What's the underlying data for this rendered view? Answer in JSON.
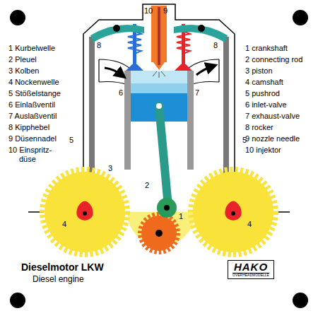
{
  "diagram": {
    "title": "Dieselmotor LKW",
    "nodes": [
      {
        "text": [
          "HAKO",
          "OVERHEADMODELLE"
        ]
      }
    ],
    "labels": [
      "1 Kurbelwelle",
      "2 Pleuel",
      "3 Kolben",
      "4 Nockenwelle",
      "5 Stößelstange",
      "6 Einlaßventil",
      "7 Auslaßventil",
      "8 Kipphebel",
      "9 Düsennadel",
      "10 Einspritz- düse",
      "1 crankshaft",
      "2 connecting rod",
      "3 piston",
      "4 camshaft",
      "5 pushrod",
      "6 inlet-valve",
      "7 exhaust-valve",
      "8 rocker",
      "9 nozzle needle",
      "10 injektor",
      "10",
      "9",
      "8",
      "8",
      "6",
      "7",
      "5",
      "5",
      "3",
      "2",
      "1",
      "4",
      "4",
      "Diesel engine"
    ]
  }
}
